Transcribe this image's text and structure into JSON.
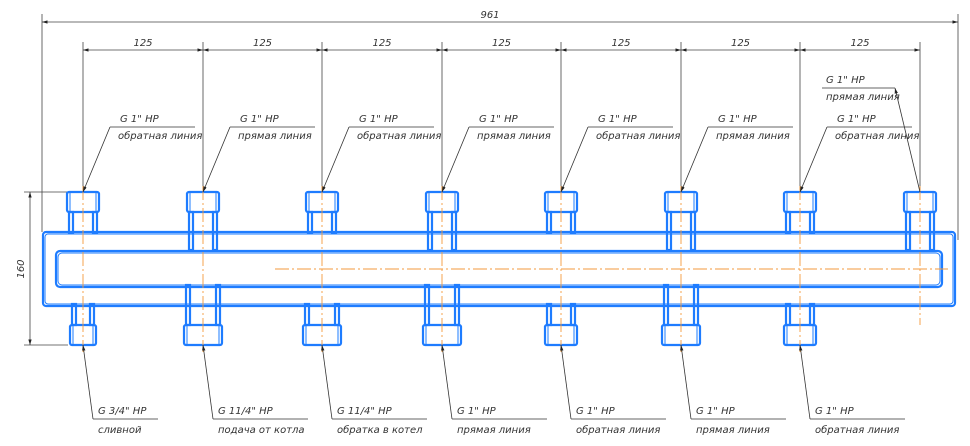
{
  "dimensions": {
    "overall_width": "961",
    "spacing": [
      "125",
      "125",
      "125",
      "125",
      "125",
      "125",
      "125"
    ],
    "height": "160"
  },
  "top_labels": [
    {
      "thread": "G 1\" HP",
      "purpose": "обратная линия"
    },
    {
      "thread": "G 1\" HP",
      "purpose": "прямая линия"
    },
    {
      "thread": "G 1\" HP",
      "purpose": "обратная линия"
    },
    {
      "thread": "G 1\" HP",
      "purpose": "прямая линия"
    },
    {
      "thread": "G 1\" HP",
      "purpose": "обратная линия"
    },
    {
      "thread": "G 1\" HP",
      "purpose": "прямая линия"
    },
    {
      "thread": "G 1\" HP",
      "purpose": "обратная линия"
    },
    {
      "thread": "G 1\" HP",
      "purpose": "прямая линия"
    }
  ],
  "bottom_labels": [
    {
      "thread": "G 3/4\" HP",
      "purpose": "сливной"
    },
    {
      "thread": "G 11/4\" HP",
      "purpose": "подача от котла"
    },
    {
      "thread": "G 11/4\" HP",
      "purpose": "обратка в котел"
    },
    {
      "thread": "G 1\" HP",
      "purpose": "прямая линия"
    },
    {
      "thread": "G 1\" HP",
      "purpose": "обратная линия"
    },
    {
      "thread": "G 1\" HP",
      "purpose": "прямая линия"
    },
    {
      "thread": "G 1\" HP",
      "purpose": "обратная линия"
    }
  ],
  "colors": {
    "pipe": "#1e7cff",
    "centerline": "#f39a3c",
    "dimension": "#444444"
  }
}
